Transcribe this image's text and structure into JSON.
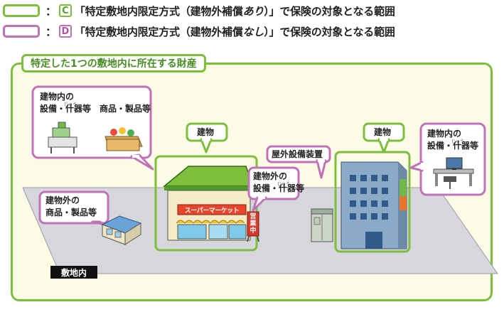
{
  "legend": {
    "row_c": {
      "colon": "：",
      "letter": "C",
      "text_before": "「特定敷地内限定方式（建物外補償",
      "emph": "あり",
      "text_after": "）」で保険の対象となる範囲"
    },
    "row_d": {
      "colon": "：",
      "letter": "D",
      "text_before": "「特定敷地内限定方式（建物外補償",
      "emph": "なし",
      "text_after": "）」で保険の対象となる範囲"
    }
  },
  "frame": {
    "title": "特定した1つの敷地内に所在する財産"
  },
  "ground": {
    "label": "敷地内"
  },
  "callouts": {
    "inside_left": {
      "line1": "建物内の",
      "line2a": "設備・",
      "line2b": "什器等",
      "line2c": "　商品・製品等",
      "ruby": "じゅう"
    },
    "building_left": "建物",
    "building_right": "建物",
    "outside_goods": {
      "line1": "建物外の",
      "line2": "商品・製品等"
    },
    "outside_equipment": {
      "line1": "建物外の",
      "line2a": "設備・",
      "line2b": "什器等",
      "ruby": "じゅう"
    },
    "outdoor_unit": "屋外設備装置",
    "inside_right": {
      "line1": "建物内の",
      "line2a": "設備・",
      "line2b": "什器等",
      "ruby": "じゅう"
    }
  },
  "store_sign": "スーパーマーケット",
  "open_sign": "営業中",
  "colors": {
    "green": "#7dbf3d",
    "pink": "#c072b6",
    "ground": "#d6d6dc"
  }
}
